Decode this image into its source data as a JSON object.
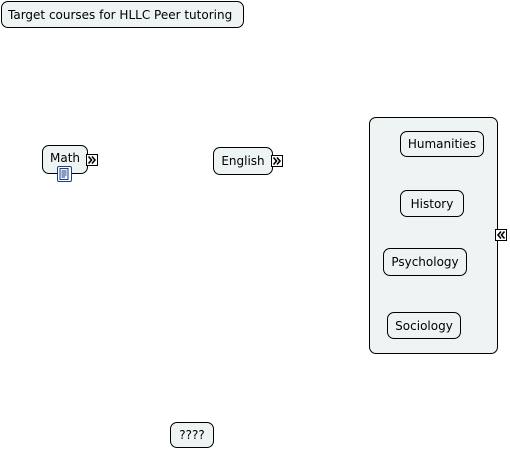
{
  "map": {
    "title": "Target courses for HLLC Peer tutoring",
    "nodes": {
      "math": "Math",
      "english": "English",
      "placeholder": "????"
    },
    "group": {
      "items": [
        "Humanities",
        "History",
        "Psychology",
        "Sociology"
      ]
    }
  },
  "icons": {
    "expand": "double-chevron-right-icon",
    "collapse": "double-chevron-left-icon",
    "note": "note-document-icon"
  },
  "colors": {
    "node_fill": "#eef3f4",
    "node_border": "#000000",
    "note_icon_border": "#1a3f8a"
  }
}
